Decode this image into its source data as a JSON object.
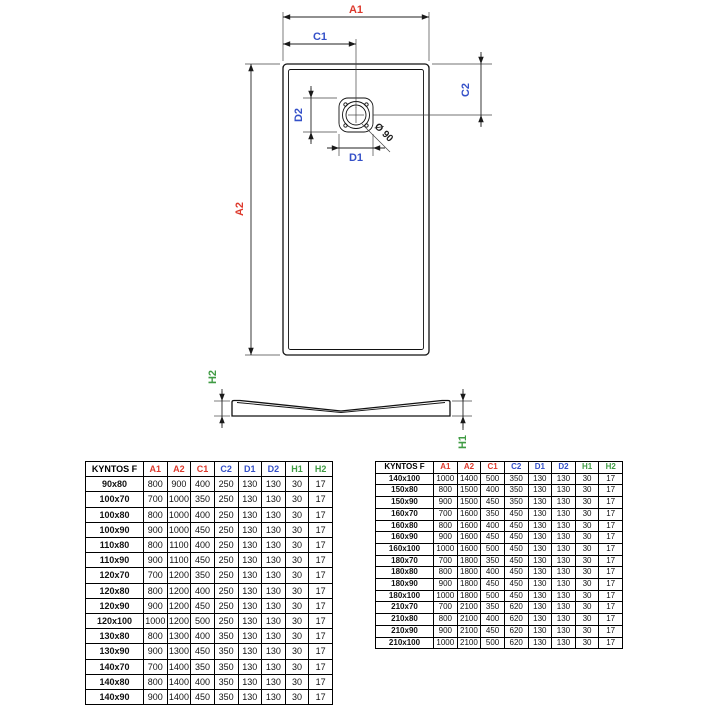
{
  "drawing": {
    "labels": {
      "a1": "A1",
      "a2": "A2",
      "c1": "C1",
      "c2": "C2",
      "d1": "D1",
      "d2": "D2",
      "h1": "H1",
      "h2": "H2",
      "drain": "Ø 90"
    },
    "colors": {
      "dim_a": "#dd392c",
      "dim_cd": "#3450c8",
      "dim_h": "#3f9b43",
      "line": "#1a1a1a"
    }
  },
  "tables": [
    {
      "headers": [
        {
          "label": "KYNTOS F",
          "color": "#000000"
        },
        {
          "label": "A1",
          "color": "#dd392c"
        },
        {
          "label": "A2",
          "color": "#dd392c"
        },
        {
          "label": "C1",
          "color": "#dd392c"
        },
        {
          "label": "C2",
          "color": "#3450c8"
        },
        {
          "label": "D1",
          "color": "#3450c8"
        },
        {
          "label": "D2",
          "color": "#3450c8"
        },
        {
          "label": "H1",
          "color": "#3f9b43"
        },
        {
          "label": "H2",
          "color": "#3f9b43"
        }
      ],
      "rows": [
        [
          "90x80",
          "800",
          "900",
          "400",
          "250",
          "130",
          "130",
          "30",
          "17"
        ],
        [
          "100x70",
          "700",
          "1000",
          "350",
          "250",
          "130",
          "130",
          "30",
          "17"
        ],
        [
          "100x80",
          "800",
          "1000",
          "400",
          "250",
          "130",
          "130",
          "30",
          "17"
        ],
        [
          "100x90",
          "900",
          "1000",
          "450",
          "250",
          "130",
          "130",
          "30",
          "17"
        ],
        [
          "110x80",
          "800",
          "1100",
          "400",
          "250",
          "130",
          "130",
          "30",
          "17"
        ],
        [
          "110x90",
          "900",
          "1100",
          "450",
          "250",
          "130",
          "130",
          "30",
          "17"
        ],
        [
          "120x70",
          "700",
          "1200",
          "350",
          "250",
          "130",
          "130",
          "30",
          "17"
        ],
        [
          "120x80",
          "800",
          "1200",
          "400",
          "250",
          "130",
          "130",
          "30",
          "17"
        ],
        [
          "120x90",
          "900",
          "1200",
          "450",
          "250",
          "130",
          "130",
          "30",
          "17"
        ],
        [
          "120x100",
          "1000",
          "1200",
          "500",
          "250",
          "130",
          "130",
          "30",
          "17"
        ],
        [
          "130x80",
          "800",
          "1300",
          "400",
          "350",
          "130",
          "130",
          "30",
          "17"
        ],
        [
          "130x90",
          "900",
          "1300",
          "450",
          "350",
          "130",
          "130",
          "30",
          "17"
        ],
        [
          "140x70",
          "700",
          "1400",
          "350",
          "350",
          "130",
          "130",
          "30",
          "17"
        ],
        [
          "140x80",
          "800",
          "1400",
          "400",
          "350",
          "130",
          "130",
          "30",
          "17"
        ],
        [
          "140x90",
          "900",
          "1400",
          "450",
          "350",
          "130",
          "130",
          "30",
          "17"
        ]
      ]
    },
    {
      "headers": [
        {
          "label": "KYNTOS F",
          "color": "#000000"
        },
        {
          "label": "A1",
          "color": "#dd392c"
        },
        {
          "label": "A2",
          "color": "#dd392c"
        },
        {
          "label": "C1",
          "color": "#dd392c"
        },
        {
          "label": "C2",
          "color": "#3450c8"
        },
        {
          "label": "D1",
          "color": "#3450c8"
        },
        {
          "label": "D2",
          "color": "#3450c8"
        },
        {
          "label": "H1",
          "color": "#3f9b43"
        },
        {
          "label": "H2",
          "color": "#3f9b43"
        }
      ],
      "rows": [
        [
          "140x100",
          "1000",
          "1400",
          "500",
          "350",
          "130",
          "130",
          "30",
          "17"
        ],
        [
          "150x80",
          "800",
          "1500",
          "400",
          "350",
          "130",
          "130",
          "30",
          "17"
        ],
        [
          "150x90",
          "900",
          "1500",
          "450",
          "350",
          "130",
          "130",
          "30",
          "17"
        ],
        [
          "160x70",
          "700",
          "1600",
          "350",
          "450",
          "130",
          "130",
          "30",
          "17"
        ],
        [
          "160x80",
          "800",
          "1600",
          "400",
          "450",
          "130",
          "130",
          "30",
          "17"
        ],
        [
          "160x90",
          "900",
          "1600",
          "450",
          "450",
          "130",
          "130",
          "30",
          "17"
        ],
        [
          "160x100",
          "1000",
          "1600",
          "500",
          "450",
          "130",
          "130",
          "30",
          "17"
        ],
        [
          "180x70",
          "700",
          "1800",
          "350",
          "450",
          "130",
          "130",
          "30",
          "17"
        ],
        [
          "180x80",
          "800",
          "1800",
          "400",
          "450",
          "130",
          "130",
          "30",
          "17"
        ],
        [
          "180x90",
          "900",
          "1800",
          "450",
          "450",
          "130",
          "130",
          "30",
          "17"
        ],
        [
          "180x100",
          "1000",
          "1800",
          "500",
          "450",
          "130",
          "130",
          "30",
          "17"
        ],
        [
          "210x70",
          "700",
          "2100",
          "350",
          "620",
          "130",
          "130",
          "30",
          "17"
        ],
        [
          "210x80",
          "800",
          "2100",
          "400",
          "620",
          "130",
          "130",
          "30",
          "17"
        ],
        [
          "210x90",
          "900",
          "2100",
          "450",
          "620",
          "130",
          "130",
          "30",
          "17"
        ],
        [
          "210x100",
          "1000",
          "2100",
          "500",
          "620",
          "130",
          "130",
          "30",
          "17"
        ]
      ]
    }
  ]
}
